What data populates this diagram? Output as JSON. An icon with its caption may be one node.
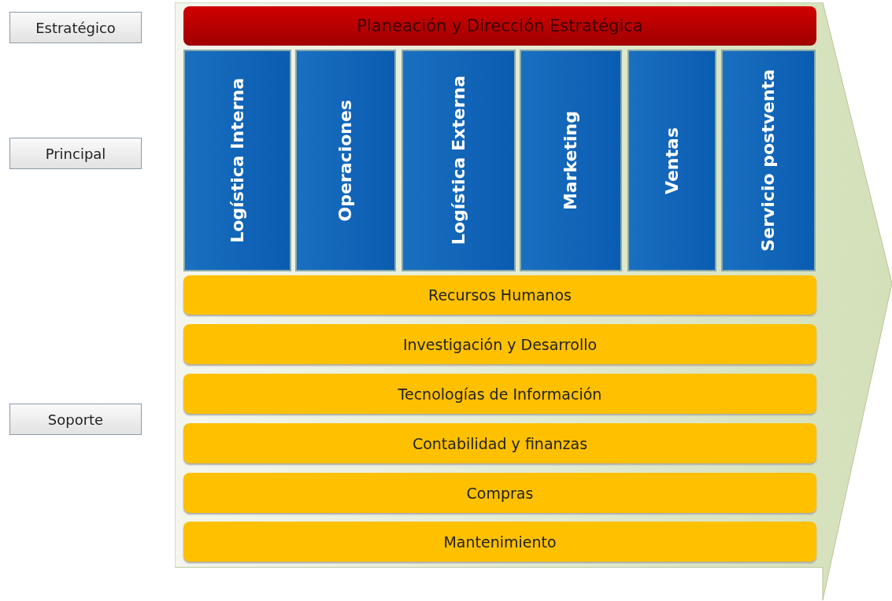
{
  "diagram": {
    "nodes": [
      {
        "text": [],
        "shape": "arrow"
      },
      {
        "text": [
          "Planeación y Dirección Estratégica"
        ],
        "in": 0
      },
      {
        "text": [
          "Logística Interna"
        ],
        "in": 0
      },
      {
        "text": [
          "Operaciones"
        ],
        "in": 0
      },
      {
        "text": [
          "Logística Externa"
        ],
        "in": 0
      },
      {
        "text": [
          "Marketing"
        ],
        "in": 0
      },
      {
        "text": [
          "Ventas"
        ],
        "in": 0
      },
      {
        "text": [
          "Servicio postventa"
        ],
        "in": 0
      },
      {
        "text": [
          "Recursos Humanos"
        ],
        "in": 0
      },
      {
        "text": [
          "Investigación y Desarrollo"
        ],
        "in": 0
      },
      {
        "text": [
          "Tecnologías de Información"
        ],
        "in": 0
      },
      {
        "text": [
          "Contabilidad y finanzas"
        ],
        "in": 0
      },
      {
        "text": [
          "Compras"
        ],
        "in": 0
      },
      {
        "text": [
          "Mantenimiento"
        ],
        "in": 0
      },
      {
        "text": [
          "Estratégico"
        ]
      },
      {
        "text": [
          "Principal"
        ]
      },
      {
        "text": [
          "Soporte"
        ]
      }
    ]
  }
}
